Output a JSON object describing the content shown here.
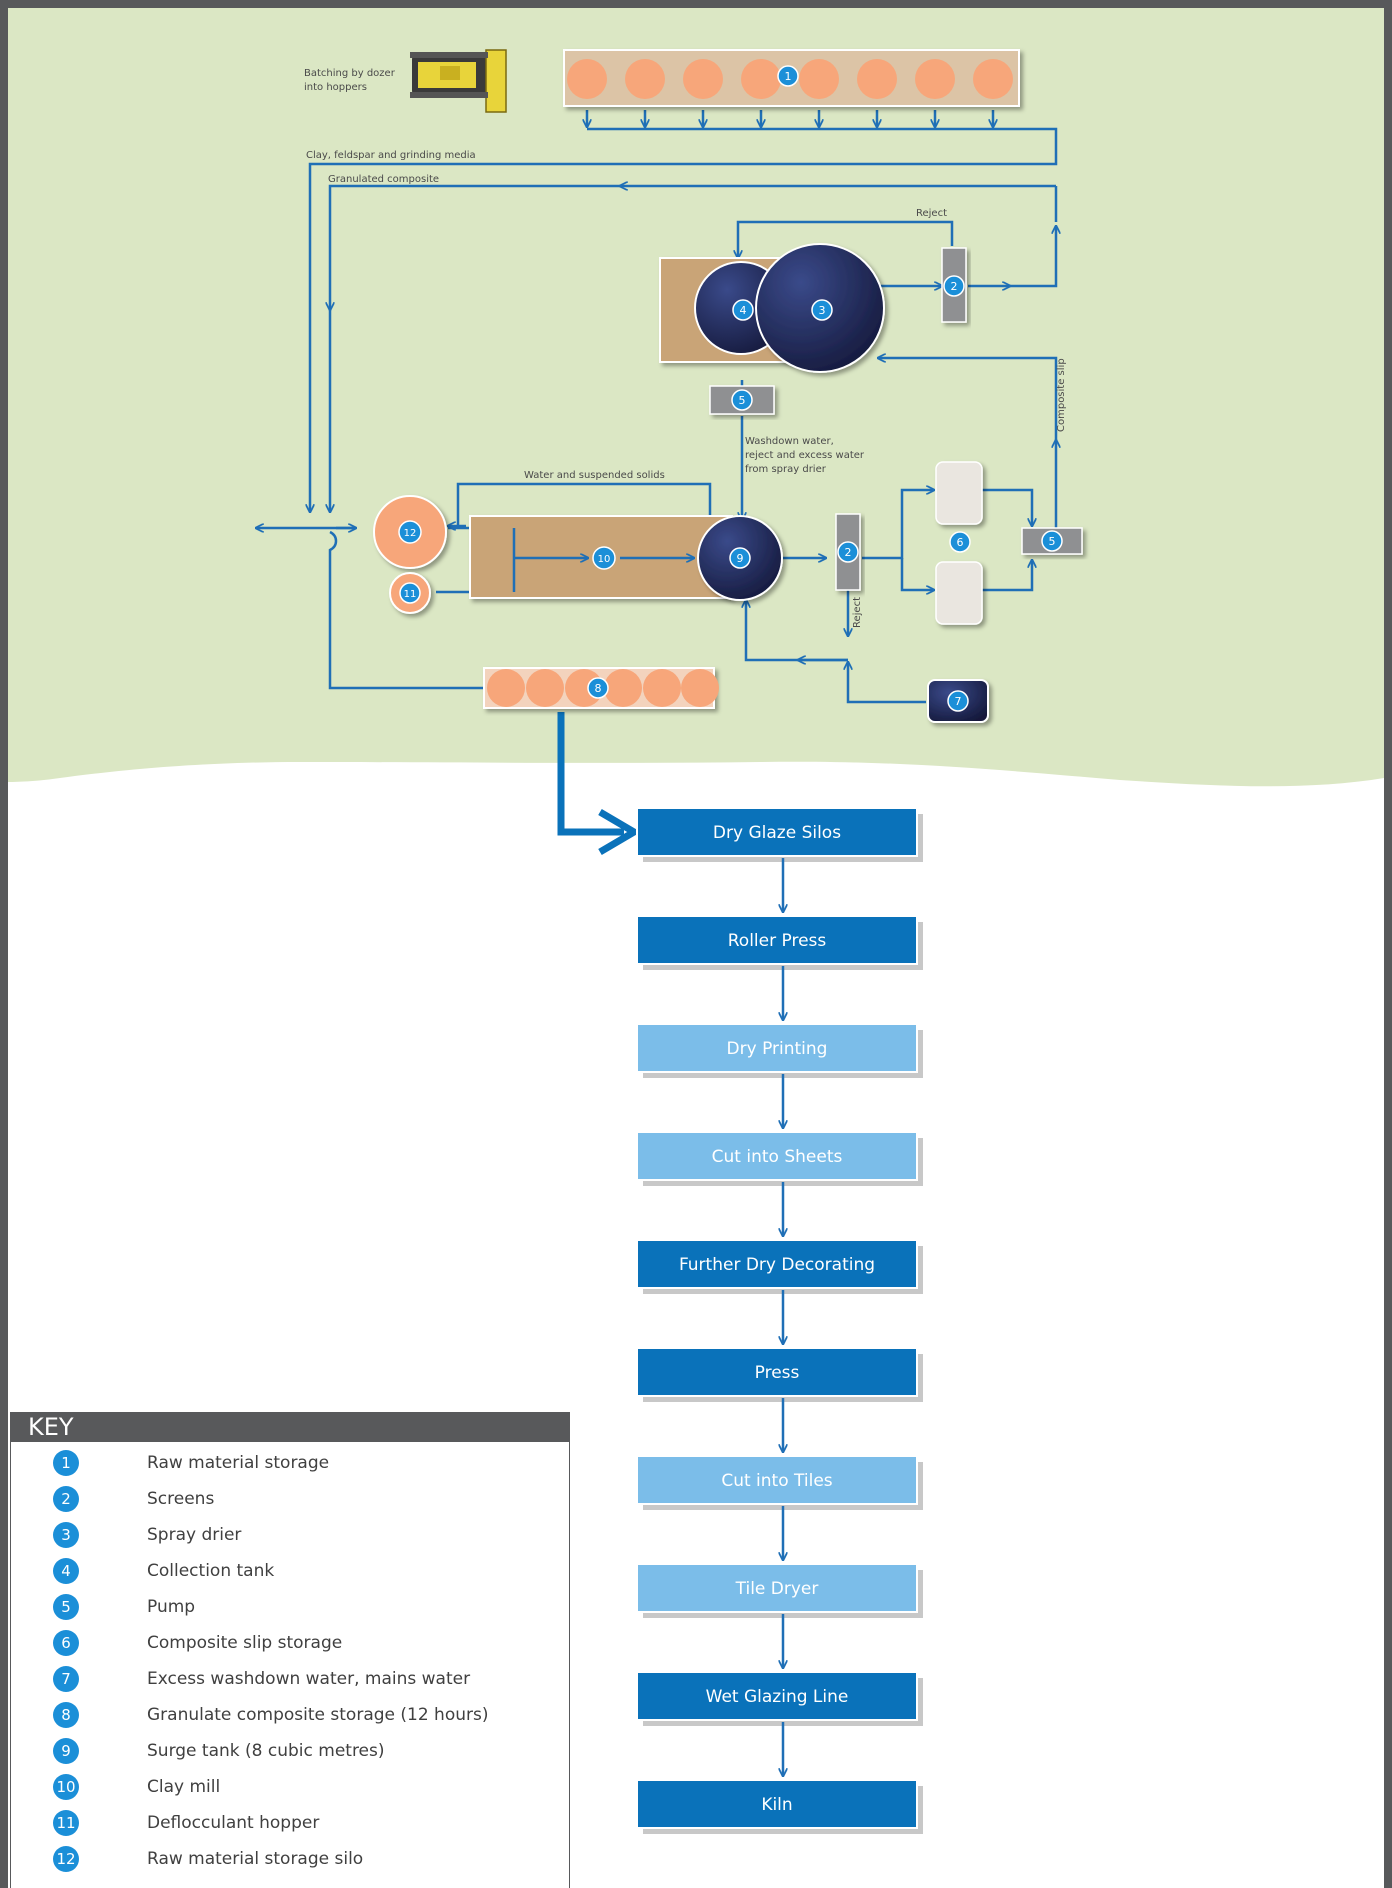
{
  "labels": {
    "batching": [
      "Batching by dozer",
      "into hoppers"
    ],
    "clay_media": "Clay, feldspar and grinding media",
    "granulated": "Granulated composite",
    "reject_top": "Reject",
    "composite_slip": "Composite slip",
    "washdown": [
      "Washdown water,",
      "reject and excess water",
      "from spray drier"
    ],
    "water_solids": "Water and suspended solids",
    "reject_side": "Reject"
  },
  "markers": {
    "m1": "1",
    "m2a": "2",
    "m2b": "2",
    "m3": "3",
    "m4": "4",
    "m5a": "5",
    "m5b": "5",
    "m6": "6",
    "m7": "7",
    "m8": "8",
    "m9": "9",
    "m10": "10",
    "m11": "11",
    "m12": "12"
  },
  "steps": [
    {
      "label": "Dry Glaze Silos",
      "shade": "dark"
    },
    {
      "label": "Roller Press",
      "shade": "dark"
    },
    {
      "label": "Dry Printing",
      "shade": "light"
    },
    {
      "label": "Cut into Sheets",
      "shade": "light"
    },
    {
      "label": "Further Dry Decorating",
      "shade": "dark"
    },
    {
      "label": "Press",
      "shade": "dark"
    },
    {
      "label": "Cut into Tiles",
      "shade": "light"
    },
    {
      "label": "Tile Dryer",
      "shade": "light"
    },
    {
      "label": "Wet Glazing Line",
      "shade": "dark"
    },
    {
      "label": "Kiln",
      "shade": "dark"
    }
  ],
  "key": {
    "title": "KEY",
    "items": [
      {
        "num": "1",
        "text": "Raw material storage"
      },
      {
        "num": "2",
        "text": "Screens"
      },
      {
        "num": "3",
        "text": "Spray drier"
      },
      {
        "num": "4",
        "text": "Collection tank"
      },
      {
        "num": "5",
        "text": "Pump"
      },
      {
        "num": "6",
        "text": "Composite slip storage"
      },
      {
        "num": "7",
        "text": "Excess washdown water, mains water"
      },
      {
        "num": "8",
        "text": "Granulate composite storage (12 hours)"
      },
      {
        "num": "9",
        "text": "Surge tank (8 cubic metres)"
      },
      {
        "num": "10",
        "text": "Clay mill"
      },
      {
        "num": "11",
        "text": "Deflocculant hopper"
      },
      {
        "num": "12",
        "text": "Raw material storage silo"
      }
    ]
  },
  "colors": {
    "background_green": "#dbe7c4",
    "frame": "#58595b",
    "flow_line": "#1f6fb6",
    "step_dark": "#0a72ba",
    "step_light": "#7bbde9",
    "hopper_orange": "#f7a67a",
    "navy": "#1b2148",
    "tan": "#c9a477",
    "marker": "#1b8fd8"
  }
}
